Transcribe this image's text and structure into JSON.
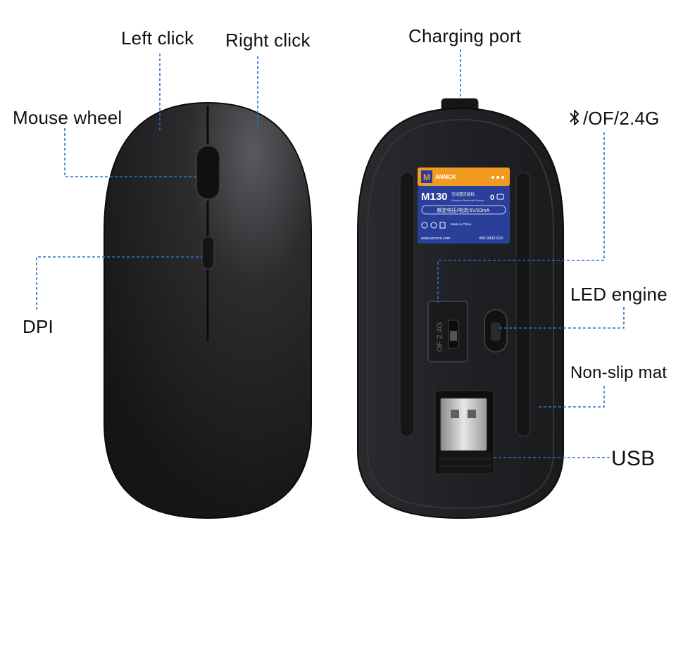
{
  "labels": {
    "left_click": "Left click",
    "right_click": "Right click",
    "mouse_wheel": "Mouse wheel",
    "dpi": "DPI",
    "charging_port": "Charging port",
    "mode_switch": "/OF/2.4G",
    "led_engine": "LED engine",
    "non_slip_mat": "Non-slip mat",
    "usb": "USB"
  },
  "sticker": {
    "brand": "ANMCK",
    "model": "M130",
    "cn_name": "无线蓝牙鼠标",
    "en_name": "Wireless Bluetooth Mouse",
    "rating": "额定电压/电流:5V/10mA",
    "made_in": "Made in China",
    "website": "www.anmck.com",
    "phone": "400-9933-620"
  },
  "switch_text": "OF 2.4G",
  "icons": {
    "bluetooth": "bluetooth-icon"
  },
  "colors": {
    "leader_line": "#2b6fd6",
    "mouse_body": "#1c1c1e",
    "sticker_blue": "#2a3f9a",
    "sticker_orange": "#f29a1f"
  }
}
